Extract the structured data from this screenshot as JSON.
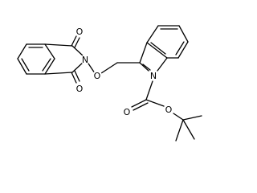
{
  "molecule": {
    "atoms": {
      "o_top": "O",
      "n_imide": "N",
      "o_ether": "O",
      "o_bottom": "O",
      "n_indole": "N",
      "o_ester_carbonyl": "O",
      "o_ester": "O"
    }
  }
}
